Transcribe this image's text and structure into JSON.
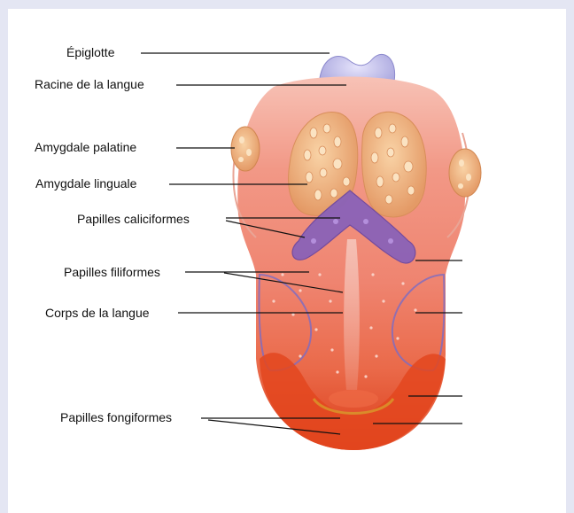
{
  "labels": {
    "epiglotte": "Épiglotte",
    "racine": "Racine de la langue",
    "amygdale_palatine": "Amygdale palatine",
    "amygdale_linguale": "Amygdale linguale",
    "papilles_caliciformes": "Papilles caliciformes",
    "papilles_filiformes": "Papilles filiformes",
    "corps": "Corps de la langue",
    "papilles_fongiformes": "Papilles fongiformes"
  },
  "colors": {
    "background": "#e4e6f3",
    "tongue_base": "#f08a78",
    "tongue_tip": "#e0441e",
    "tonsil": "#f1b47e",
    "papillae_violet": "#8a62b8",
    "epiglottis": "#b9b7e6",
    "leader_line": "#111111"
  }
}
